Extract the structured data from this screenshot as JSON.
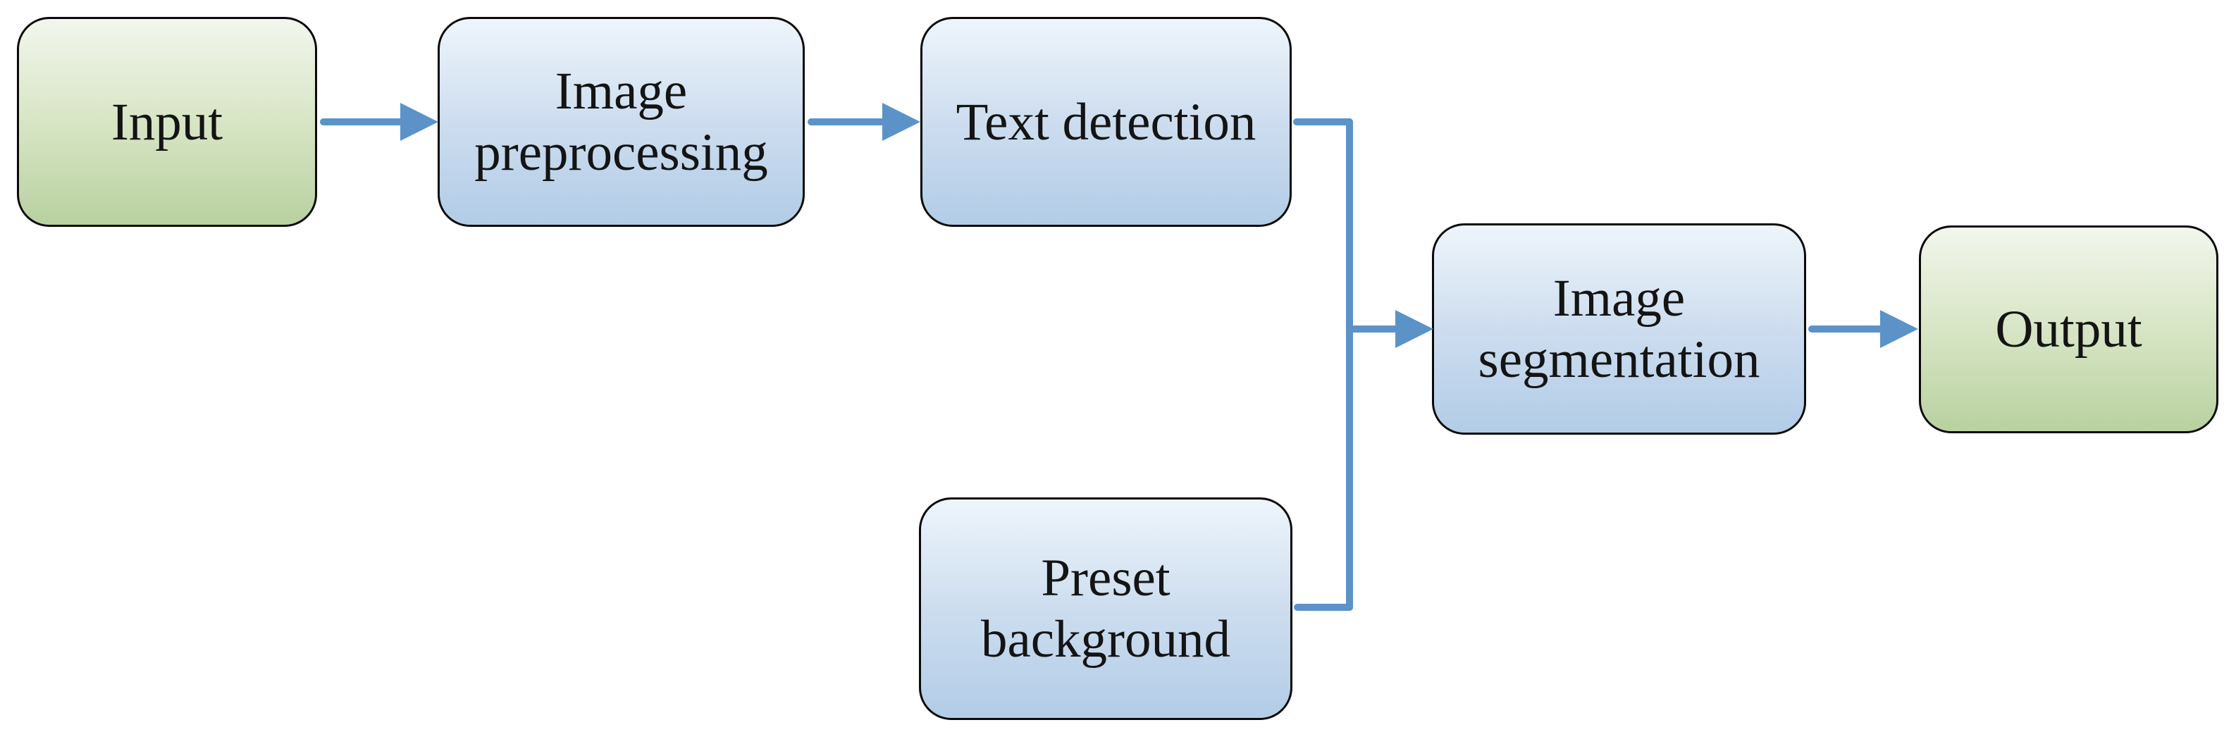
{
  "diagram": {
    "type": "flowchart",
    "background_color": "#ffffff",
    "colors": {
      "arrow": "#5b93c8",
      "node_border": "#0a0a0a",
      "green_gradient_top": "#f2f6ed",
      "green_gradient_bottom": "#b8d1a0",
      "blue_gradient_top": "#eef5fb",
      "blue_gradient_bottom": "#b2cce7",
      "label_text": "#141414"
    },
    "nodes": [
      {
        "id": "input",
        "label": "Input",
        "kind": "terminal-green"
      },
      {
        "id": "image-preprocessing",
        "label": "Image preprocessing",
        "kind": "process-blue"
      },
      {
        "id": "text-detection",
        "label": "Text detection",
        "kind": "process-blue"
      },
      {
        "id": "preset-background",
        "label": "Preset background",
        "kind": "process-blue"
      },
      {
        "id": "image-segmentation",
        "label": "Image segmentation",
        "kind": "process-blue"
      },
      {
        "id": "output",
        "label": "Output",
        "kind": "terminal-green"
      }
    ],
    "edges": [
      {
        "from": "input",
        "to": "image-preprocessing",
        "style": "straight-arrow"
      },
      {
        "from": "image-preprocessing",
        "to": "text-detection",
        "style": "straight-arrow"
      },
      {
        "from": "text-detection",
        "to": "image-segmentation",
        "style": "elbow-merge-arrow"
      },
      {
        "from": "preset-background",
        "to": "image-segmentation",
        "style": "elbow-merge-arrow"
      },
      {
        "from": "image-segmentation",
        "to": "output",
        "style": "straight-arrow"
      }
    ]
  }
}
